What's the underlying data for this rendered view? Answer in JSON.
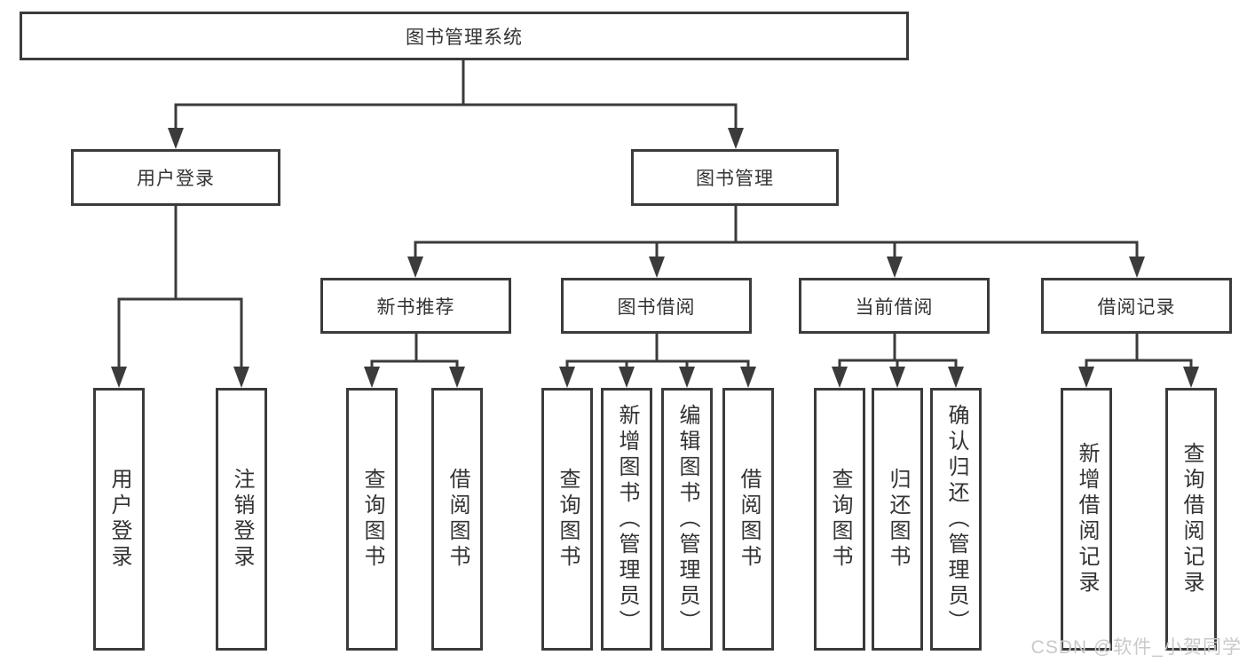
{
  "diagram": {
    "type": "hierarchy-tree",
    "title": "图书管理系统"
  },
  "nodes": {
    "root": {
      "label": "图书管理系统"
    },
    "user_login_branch": {
      "label": "用户登录"
    },
    "book_mgmt_branch": {
      "label": "图书管理"
    },
    "new_book_rec": {
      "label": "新书推荐"
    },
    "book_borrow": {
      "label": "图书借阅"
    },
    "current_borrow": {
      "label": "当前借阅"
    },
    "borrow_records": {
      "label": "借阅记录"
    },
    "user_login_leaf": {
      "label": "用户登录"
    },
    "logout_leaf": {
      "label": "注销登录"
    },
    "query_books_rec": {
      "label": "查询图书"
    },
    "borrow_books_rec": {
      "label": "借阅图书"
    },
    "query_books_borrow": {
      "label": "查询图书"
    },
    "add_books_admin": {
      "label": "新增图书（管理员）"
    },
    "edit_books_admin": {
      "label": "编辑图书（管理员）"
    },
    "borrow_books_borrow": {
      "label": "借阅图书"
    },
    "query_books_current": {
      "label": "查询图书"
    },
    "return_books": {
      "label": "归还图书"
    },
    "confirm_return_admin": {
      "label": "确认归还（管理员）"
    },
    "add_borrow_record": {
      "label": "新增借阅记录"
    },
    "query_borrow_record": {
      "label": "查询借阅记录"
    }
  },
  "hierarchy": {
    "root": "图书管理系统",
    "children": [
      {
        "label": "用户登录",
        "children": [
          "用户登录",
          "注销登录"
        ]
      },
      {
        "label": "图书管理",
        "children": [
          {
            "label": "新书推荐",
            "children": [
              "查询图书",
              "借阅图书"
            ]
          },
          {
            "label": "图书借阅",
            "children": [
              "查询图书",
              "新增图书（管理员）",
              "编辑图书（管理员）",
              "借阅图书"
            ]
          },
          {
            "label": "当前借阅",
            "children": [
              "查询图书",
              "归还图书",
              "确认归还（管理员）"
            ]
          },
          {
            "label": "借阅记录",
            "children": [
              "新增借阅记录",
              "查询借阅记录"
            ]
          }
        ]
      }
    ]
  },
  "watermark": {
    "text": "CSDN @软件_小贺同学",
    "color": "#c9c9c9"
  },
  "colors": {
    "line": "#3b3b3b",
    "box_border": "#3b3b3b",
    "box_fill": "#ffffff",
    "text": "#333333",
    "background": "#ffffff"
  }
}
